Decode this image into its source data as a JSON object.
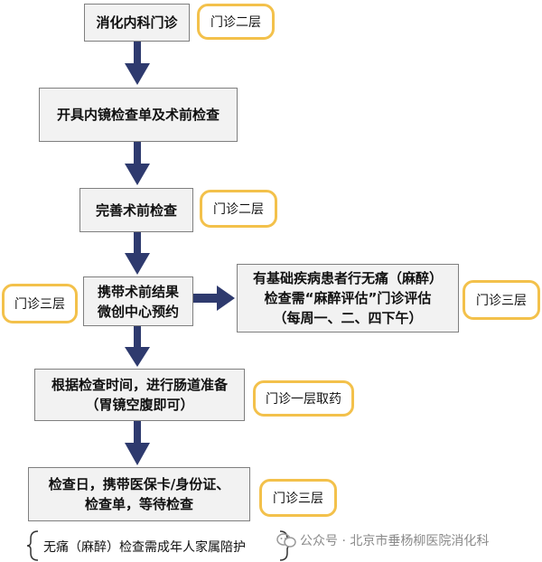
{
  "steps": [
    {
      "line1": "消化内科门诊",
      "line2": ""
    },
    {
      "line1": "开具内镜检查单及术前检查",
      "line2": ""
    },
    {
      "line1": "完善术前检查",
      "line2": ""
    },
    {
      "line1": "携带术前结果",
      "line2": "微创中心预约"
    },
    {
      "line1": "根据检查时间，进行肠道准备",
      "line2": "（胃镜空腹即可）"
    },
    {
      "line1": "检查日，携带医保卡/身份证、",
      "line2": "检查单，等待检查"
    }
  ],
  "side_box": {
    "line1": "有基础疾病患者行无痛（麻醉）",
    "line2": "检查需“麻醉评估”门诊评估",
    "line3": "（每周一、二、四下午）"
  },
  "tags": {
    "step1": "门诊二层",
    "step3": "门诊二层",
    "step4_left": "门诊三层",
    "side_box": "门诊三层",
    "step5": "门诊一层取药",
    "step6": "门诊三层"
  },
  "footer_note": "无痛（麻醉）检查需成年人家属陪护",
  "watermark": "公众号 · 北京市垂杨柳医院消化科",
  "colors": {
    "arrow": "#2e3a6e",
    "box_fill": "#f2f2f2",
    "box_border": "#7f7f7f",
    "tag_border": "#f3c14b"
  }
}
